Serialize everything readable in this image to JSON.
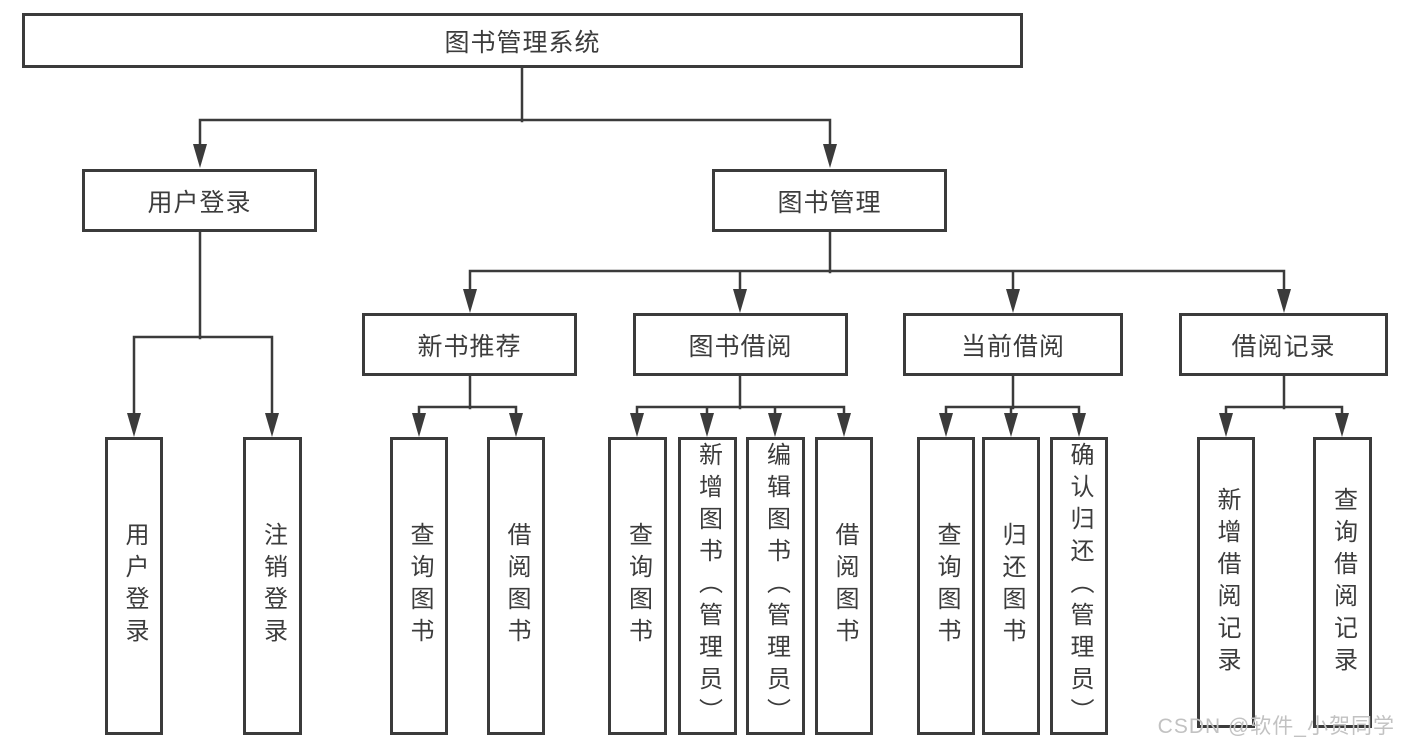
{
  "diagram": {
    "type": "hierarchy-tree",
    "nodes": {
      "root": {
        "label": "图书管理系统"
      },
      "user_login": {
        "label": "用户登录"
      },
      "book_mgmt": {
        "label": "图书管理"
      },
      "new_books": {
        "label": "新书推荐"
      },
      "book_borrow": {
        "label": "图书借阅"
      },
      "current_borrow": {
        "label": "当前借阅"
      },
      "borrow_records": {
        "label": "借阅记录"
      },
      "leaf_user_login": {
        "label": "用户登录"
      },
      "leaf_logout": {
        "label": "注销登录"
      },
      "leaf_nb_query": {
        "label": "查询图书"
      },
      "leaf_nb_borrow": {
        "label": "借阅图书"
      },
      "leaf_bb_query": {
        "label": "查询图书"
      },
      "leaf_bb_add": {
        "label": "新增图书（管理员）"
      },
      "leaf_bb_edit": {
        "label": "编辑图书（管理员）"
      },
      "leaf_bb_borrow": {
        "label": "借阅图书"
      },
      "leaf_cb_query": {
        "label": "查询图书"
      },
      "leaf_cb_return": {
        "label": "归还图书"
      },
      "leaf_cb_confirm": {
        "label": "确认归还（管理员）"
      },
      "leaf_br_add": {
        "label": "新增借阅记录"
      },
      "leaf_br_query": {
        "label": "查询借阅记录"
      }
    },
    "edges": [
      [
        "root",
        "user_login"
      ],
      [
        "root",
        "book_mgmt"
      ],
      [
        "user_login",
        "leaf_user_login"
      ],
      [
        "user_login",
        "leaf_logout"
      ],
      [
        "book_mgmt",
        "new_books"
      ],
      [
        "book_mgmt",
        "book_borrow"
      ],
      [
        "book_mgmt",
        "current_borrow"
      ],
      [
        "book_mgmt",
        "borrow_records"
      ],
      [
        "new_books",
        "leaf_nb_query"
      ],
      [
        "new_books",
        "leaf_nb_borrow"
      ],
      [
        "book_borrow",
        "leaf_bb_query"
      ],
      [
        "book_borrow",
        "leaf_bb_add"
      ],
      [
        "book_borrow",
        "leaf_bb_edit"
      ],
      [
        "book_borrow",
        "leaf_bb_borrow"
      ],
      [
        "current_borrow",
        "leaf_cb_query"
      ],
      [
        "current_borrow",
        "leaf_cb_return"
      ],
      [
        "current_borrow",
        "leaf_cb_confirm"
      ],
      [
        "borrow_records",
        "leaf_br_add"
      ],
      [
        "borrow_records",
        "leaf_br_query"
      ]
    ]
  },
  "watermark": "CSDN @软件_小贺同学",
  "colors": {
    "stroke": "#3b3b3b",
    "text": "#3c3c3c",
    "box_fill": "#ffffff",
    "watermark": "#c2c2c2",
    "background": "#ffffff"
  }
}
